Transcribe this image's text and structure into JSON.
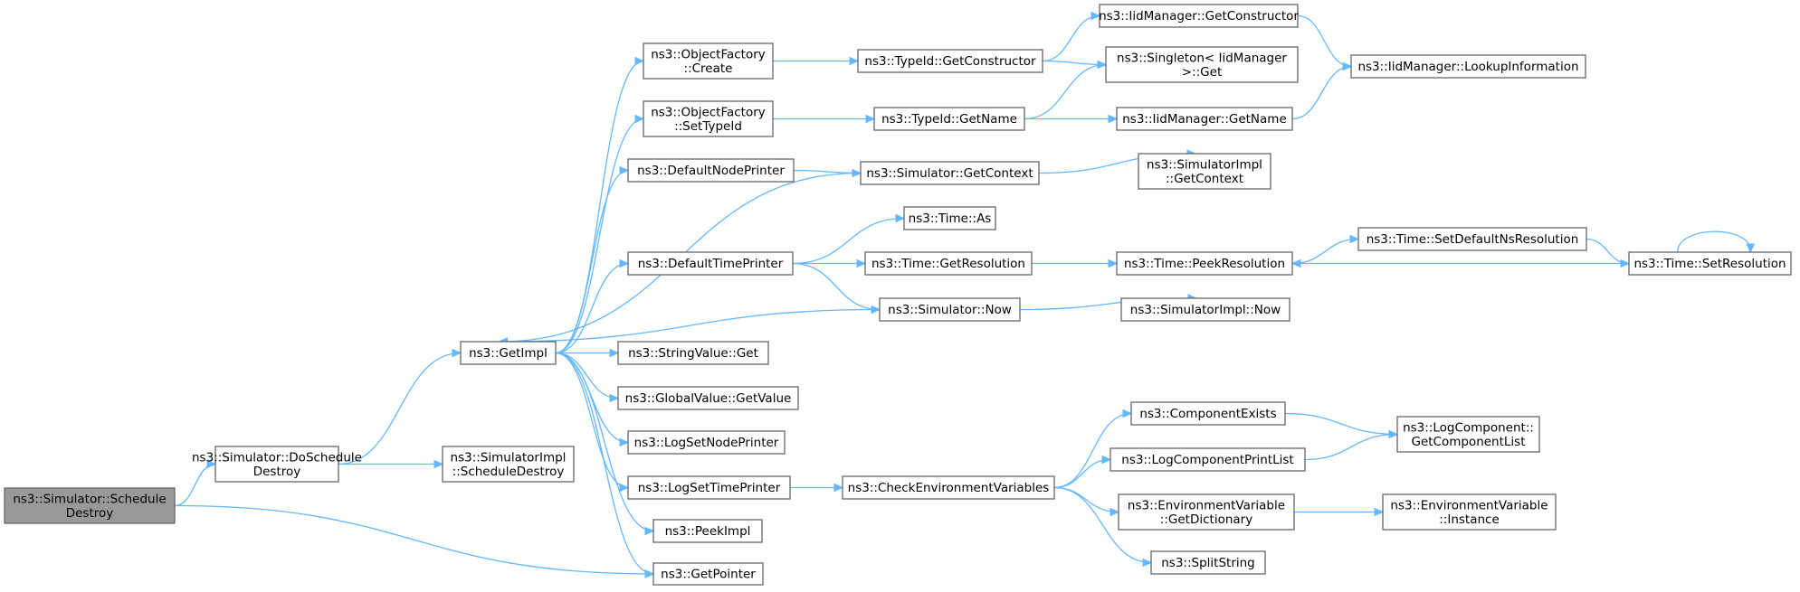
{
  "diagram": {
    "colors": {
      "edge": "#63b8ff",
      "node_border": "#666666",
      "root_fill": "#999999",
      "node_fill": "#ffffff"
    },
    "nodes": [
      {
        "id": "n0",
        "lines": [
          "ns3::Simulator::Schedule",
          "Destroy"
        ],
        "root": true
      },
      {
        "id": "n1",
        "lines": [
          "ns3::Simulator::DoSchedule",
          "Destroy"
        ]
      },
      {
        "id": "n2",
        "lines": [
          "ns3::GetPointer"
        ]
      },
      {
        "id": "n3",
        "lines": [
          "ns3::GetImpl"
        ]
      },
      {
        "id": "n4",
        "lines": [
          "ns3::SimulatorImpl",
          "::ScheduleDestroy"
        ]
      },
      {
        "id": "n5",
        "lines": [
          "ns3::ObjectFactory",
          "::Create"
        ]
      },
      {
        "id": "n6",
        "lines": [
          "ns3::ObjectFactory",
          "::SetTypeId"
        ]
      },
      {
        "id": "n7",
        "lines": [
          "ns3::DefaultNodePrinter"
        ]
      },
      {
        "id": "n8",
        "lines": [
          "ns3::DefaultTimePrinter"
        ]
      },
      {
        "id": "n9",
        "lines": [
          "ns3::Simulator::Now"
        ]
      },
      {
        "id": "n10",
        "lines": [
          "ns3::StringValue::Get"
        ]
      },
      {
        "id": "n11",
        "lines": [
          "ns3::GlobalValue::GetValue"
        ]
      },
      {
        "id": "n12",
        "lines": [
          "ns3::LogSetNodePrinter"
        ]
      },
      {
        "id": "n13",
        "lines": [
          "ns3::LogSetTimePrinter"
        ]
      },
      {
        "id": "n14",
        "lines": [
          "ns3::PeekImpl"
        ]
      },
      {
        "id": "n15",
        "lines": [
          "ns3::TypeId::GetConstructor"
        ]
      },
      {
        "id": "n16",
        "lines": [
          "ns3::TypeId::GetName"
        ]
      },
      {
        "id": "n17",
        "lines": [
          "ns3::Simulator::GetContext"
        ]
      },
      {
        "id": "n18",
        "lines": [
          "ns3::Time::As"
        ]
      },
      {
        "id": "n19",
        "lines": [
          "ns3::Time::GetResolution"
        ]
      },
      {
        "id": "n20",
        "lines": [
          "ns3::SimulatorImpl::Now"
        ]
      },
      {
        "id": "n21",
        "lines": [
          "ns3::CheckEnvironmentVariables"
        ]
      },
      {
        "id": "n22",
        "lines": [
          "ns3::IidManager::GetConstructor"
        ]
      },
      {
        "id": "n23",
        "lines": [
          "ns3::Singleton< IidManager",
          " >::Get"
        ]
      },
      {
        "id": "n24",
        "lines": [
          "ns3::IidManager::GetName"
        ]
      },
      {
        "id": "n25",
        "lines": [
          "ns3::SimulatorImpl",
          "::GetContext"
        ]
      },
      {
        "id": "n26",
        "lines": [
          "ns3::Time::PeekResolution"
        ]
      },
      {
        "id": "n27",
        "lines": [
          "ns3::ComponentExists"
        ]
      },
      {
        "id": "n28",
        "lines": [
          "ns3::LogComponentPrintList"
        ]
      },
      {
        "id": "n29",
        "lines": [
          "ns3::EnvironmentVariable",
          "::GetDictionary"
        ]
      },
      {
        "id": "n30",
        "lines": [
          "ns3::SplitString"
        ]
      },
      {
        "id": "n31",
        "lines": [
          "ns3::IidManager::LookupInformation"
        ]
      },
      {
        "id": "n32",
        "lines": [
          "ns3::Time::SetDefaultNsResolution"
        ]
      },
      {
        "id": "n33",
        "lines": [
          "ns3::Time::SetResolution"
        ]
      },
      {
        "id": "n34",
        "lines": [
          "ns3::LogComponent::",
          "GetComponentList"
        ]
      },
      {
        "id": "n35",
        "lines": [
          "ns3::EnvironmentVariable",
          "::Instance"
        ]
      }
    ],
    "edges": [
      [
        "n0",
        "n1"
      ],
      [
        "n0",
        "n2"
      ],
      [
        "n1",
        "n3"
      ],
      [
        "n1",
        "n4"
      ],
      [
        "n3",
        "n5"
      ],
      [
        "n3",
        "n6"
      ],
      [
        "n3",
        "n7"
      ],
      [
        "n3",
        "n8"
      ],
      [
        "n3",
        "n10"
      ],
      [
        "n3",
        "n11"
      ],
      [
        "n3",
        "n12"
      ],
      [
        "n3",
        "n13"
      ],
      [
        "n3",
        "n14"
      ],
      [
        "n3",
        "n2"
      ],
      [
        "n9",
        "n3"
      ],
      [
        "n17",
        "n3"
      ],
      [
        "n5",
        "n15"
      ],
      [
        "n6",
        "n16"
      ],
      [
        "n7",
        "n17"
      ],
      [
        "n8",
        "n18"
      ],
      [
        "n8",
        "n19"
      ],
      [
        "n8",
        "n9"
      ],
      [
        "n9",
        "n20"
      ],
      [
        "n13",
        "n21"
      ],
      [
        "n15",
        "n22"
      ],
      [
        "n15",
        "n23"
      ],
      [
        "n16",
        "n23"
      ],
      [
        "n16",
        "n24"
      ],
      [
        "n17",
        "n25"
      ],
      [
        "n19",
        "n26"
      ],
      [
        "n21",
        "n27"
      ],
      [
        "n21",
        "n28"
      ],
      [
        "n21",
        "n29"
      ],
      [
        "n21",
        "n30"
      ],
      [
        "n22",
        "n31"
      ],
      [
        "n24",
        "n31"
      ],
      [
        "n26",
        "n32"
      ],
      [
        "n32",
        "n33"
      ],
      [
        "n33",
        "n26"
      ],
      [
        "n33",
        "n33"
      ],
      [
        "n27",
        "n34"
      ],
      [
        "n28",
        "n34"
      ],
      [
        "n29",
        "n35"
      ]
    ]
  }
}
